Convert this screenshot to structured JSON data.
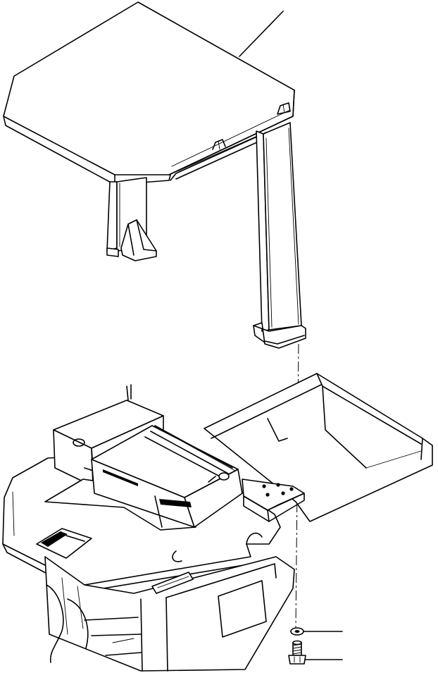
{
  "diagram": {
    "parts": [
      {
        "id": "canopy",
        "label": ""
      },
      {
        "id": "washer",
        "label": ""
      },
      {
        "id": "bolt",
        "label": ""
      }
    ]
  }
}
